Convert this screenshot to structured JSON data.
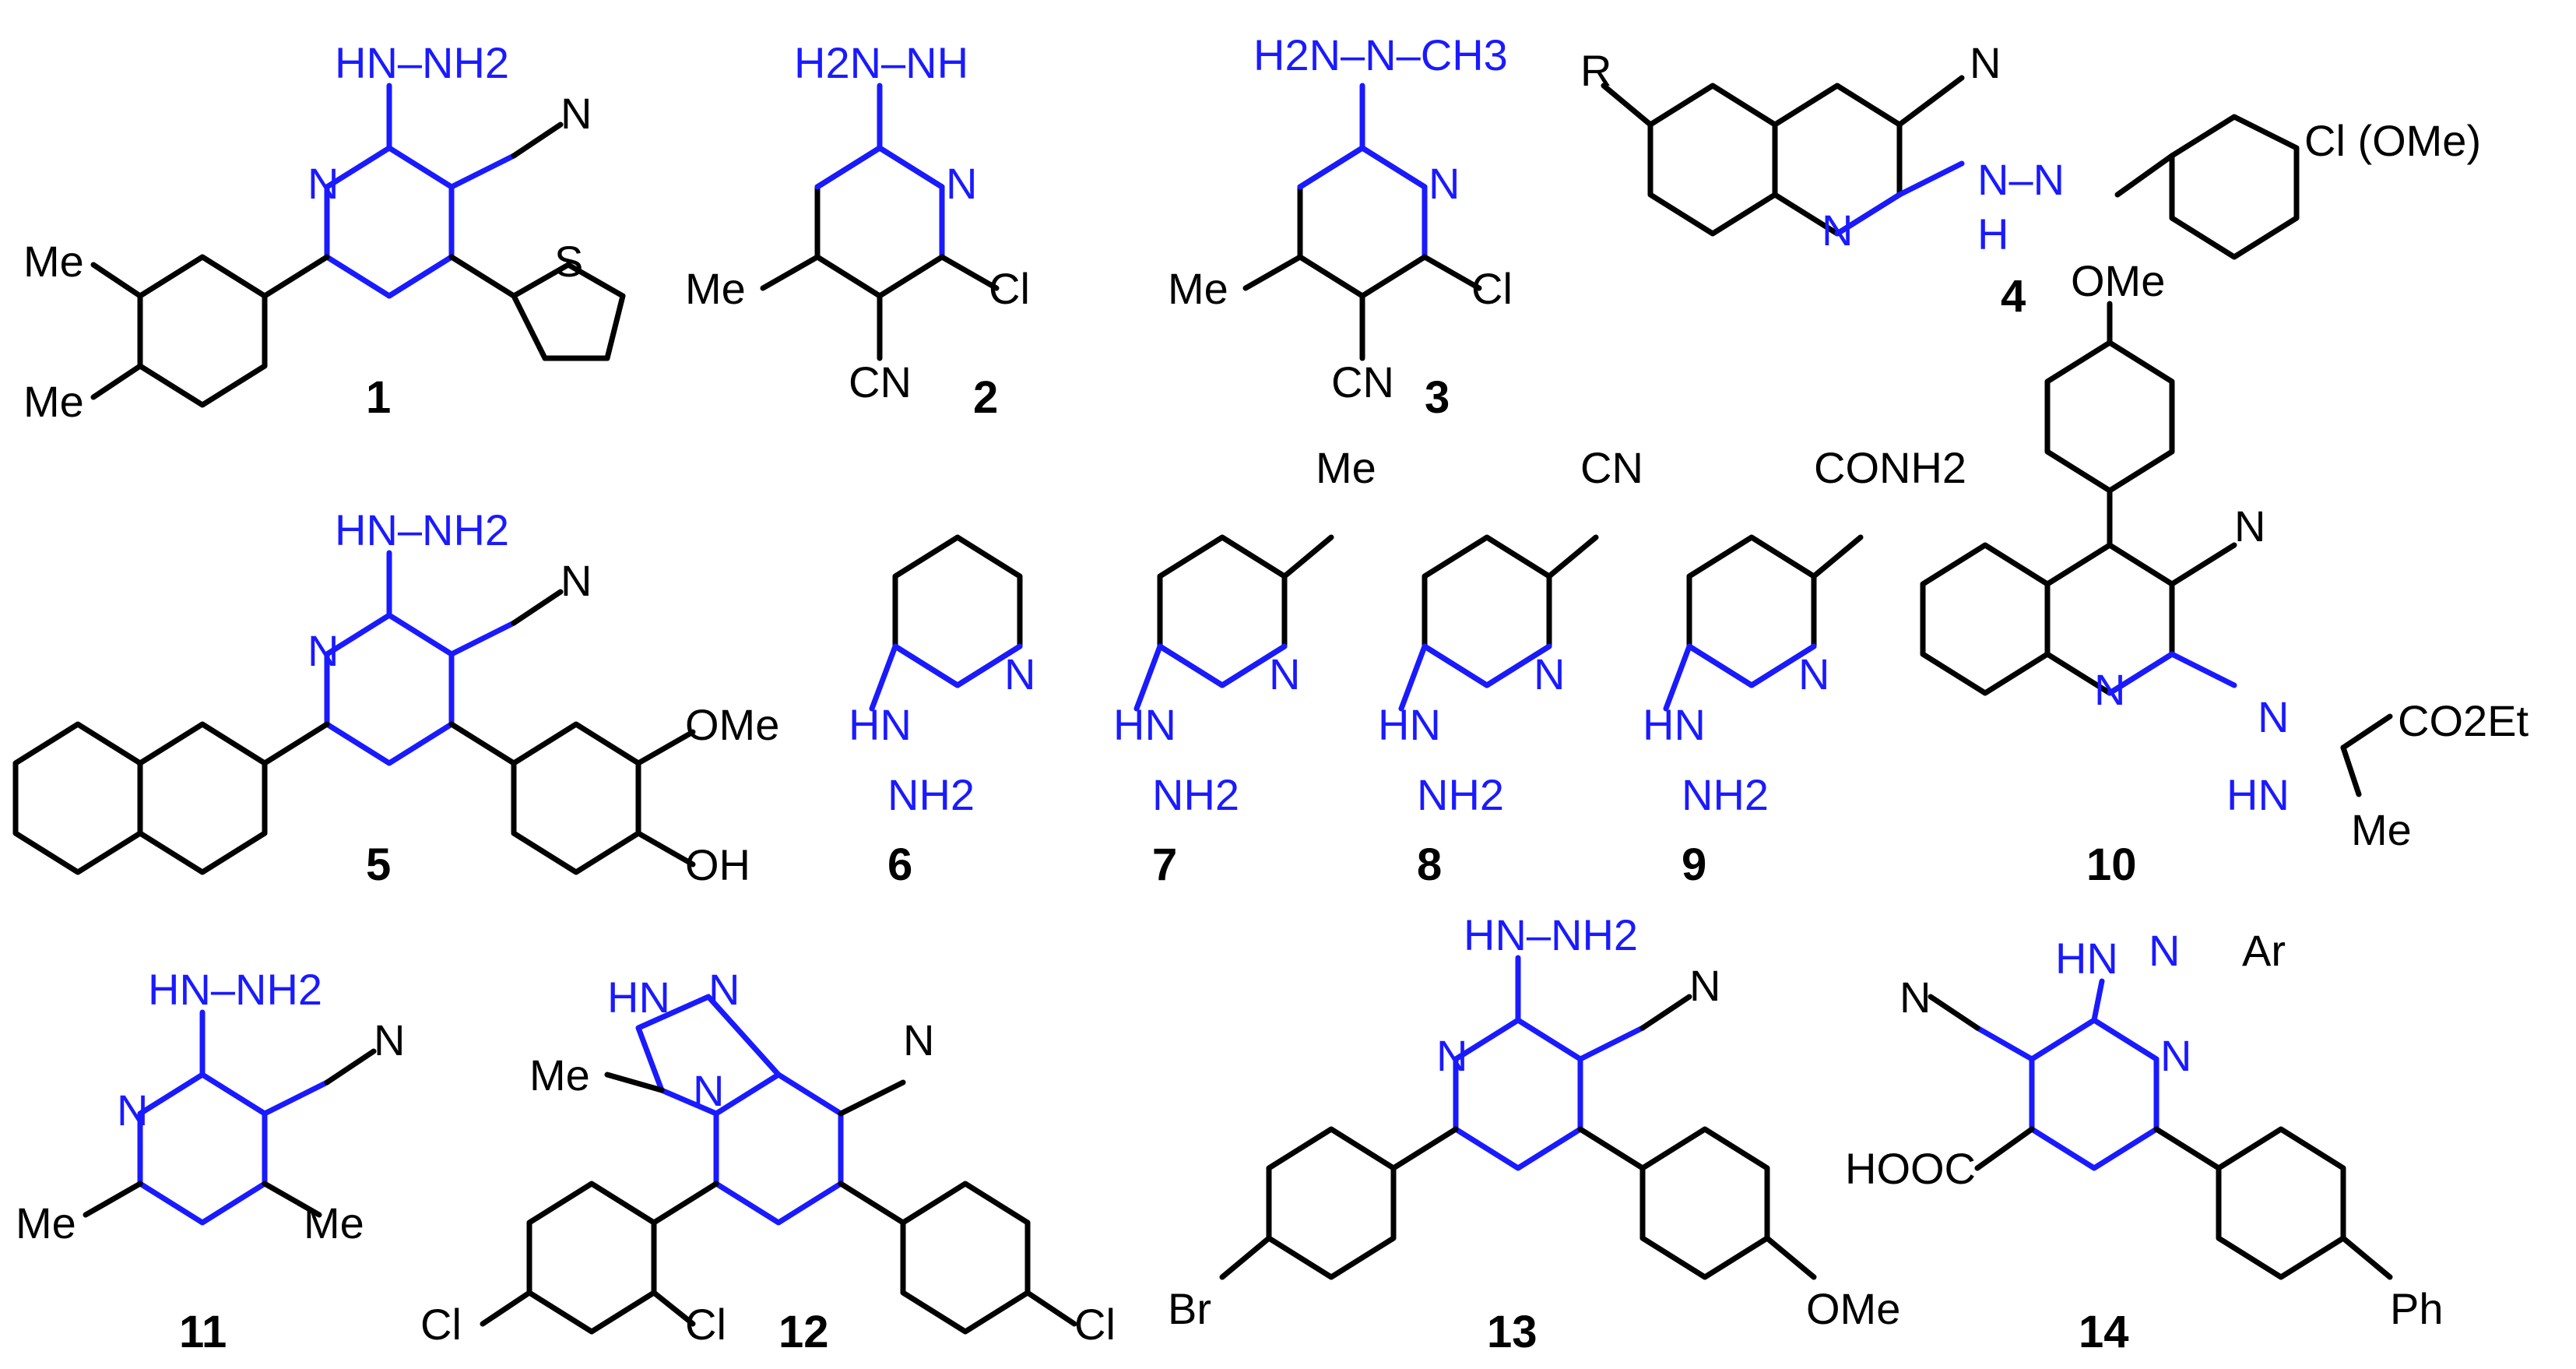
{
  "compounds": [
    {
      "id": "1",
      "labels": {
        "nhnh2": "HN–NH2",
        "n": "N",
        "cn": "N",
        "me1": "Me",
        "me2": "Me",
        "s": "S"
      }
    },
    {
      "id": "2",
      "labels": {
        "h2nnh": "H2N–NH",
        "n": "N",
        "me": "Me",
        "cl": "Cl",
        "cn": "CN"
      }
    },
    {
      "id": "3",
      "labels": {
        "h2n": "H2N–N–CH3",
        "n": "N",
        "me": "Me",
        "cl": "Cl",
        "cn": "CN"
      }
    },
    {
      "id": "4",
      "labels": {
        "r": "R",
        "n": "N",
        "cn": "N",
        "hn": "H",
        "nn": "N–N",
        "sub": "Cl (OMe)"
      }
    },
    {
      "id": "5",
      "labels": {
        "nhnh2": "HN–NH2",
        "n": "N",
        "cn": "N",
        "ome": "OMe",
        "oh": "OH"
      }
    },
    {
      "id": "6",
      "labels": {
        "n": "N",
        "hn": "HN",
        "nh2": "NH2"
      }
    },
    {
      "id": "7",
      "labels": {
        "n": "N",
        "me": "Me",
        "hn": "HN",
        "nh2": "NH2"
      }
    },
    {
      "id": "8",
      "labels": {
        "n": "N",
        "cn": "CN",
        "hn": "HN",
        "nh2": "NH2"
      }
    },
    {
      "id": "9",
      "labels": {
        "n": "N",
        "conh2": "CONH2",
        "hn": "HN",
        "nh2": "NH2"
      }
    },
    {
      "id": "10",
      "labels": {
        "ome": "OMe",
        "n": "N",
        "cn": "N",
        "hn": "HN",
        "n2": "N",
        "co2et": "CO2Et",
        "me": "Me"
      }
    },
    {
      "id": "11",
      "labels": {
        "nhnh2": "HN–NH2",
        "n": "N",
        "cn": "N",
        "me1": "Me",
        "me2": "Me"
      }
    },
    {
      "id": "12",
      "labels": {
        "hn": "HN",
        "n1": "N",
        "n2": "N",
        "me": "Me",
        "cn": "N",
        "cl1": "Cl",
        "cl2": "Cl",
        "cl3": "Cl"
      }
    },
    {
      "id": "13",
      "labels": {
        "nhnh2": "HN–NH2",
        "n": "N",
        "cn": "N",
        "br": "Br",
        "ome": "OMe"
      }
    },
    {
      "id": "14",
      "labels": {
        "hn": "HN",
        "n2": "N",
        "ar": "Ar",
        "cn": "N",
        "n": "N",
        "cooh": "HOOC",
        "ph": "Ph"
      }
    }
  ]
}
